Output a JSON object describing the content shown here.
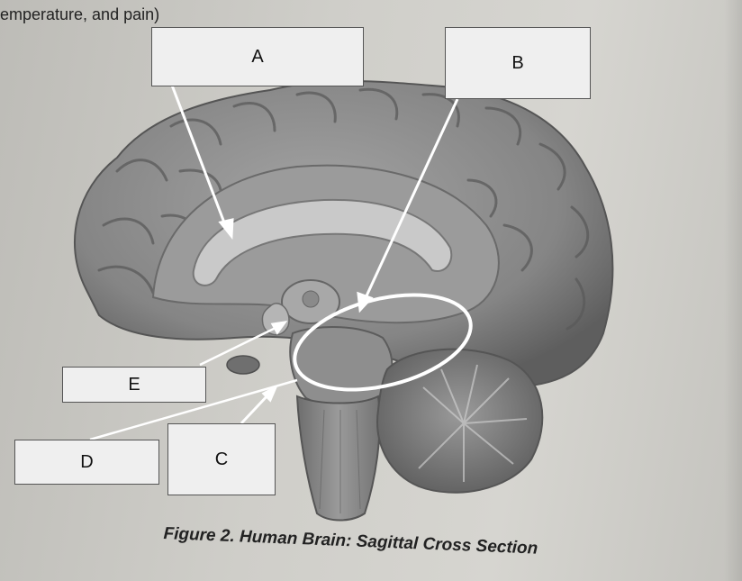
{
  "header": {
    "text": "emperature, and pain)"
  },
  "labels": {
    "a": "A",
    "b": "B",
    "c": "C",
    "d": "D",
    "e": "E"
  },
  "caption": "Figure 2. Human Brain: Sagittal Cross Section",
  "colors": {
    "box_fill": "#efefef",
    "pointer": "#ffffff",
    "brain": "#8c8c8c"
  }
}
